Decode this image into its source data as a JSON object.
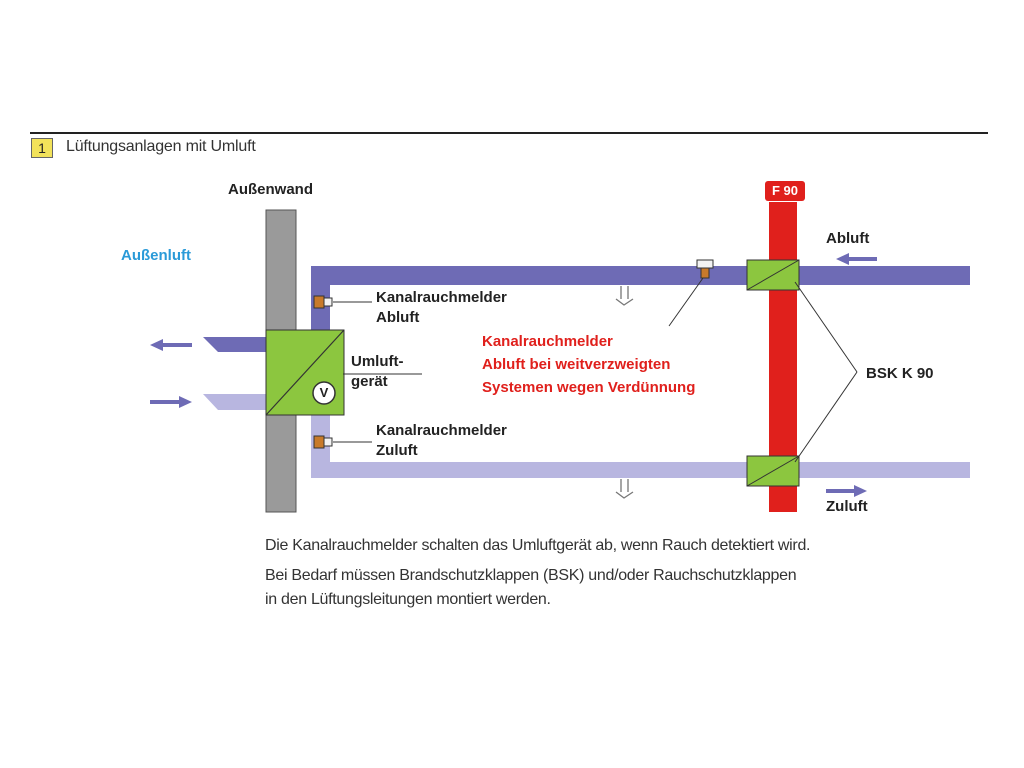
{
  "header": {
    "section_number": "1",
    "title": "Lüftungsanlagen mit Umluft"
  },
  "labels": {
    "aussenwand": "Außenwand",
    "aussenluft": "Außenluft",
    "fire_rating": "F 90",
    "abluft": "Abluft",
    "zuluft": "Zuluft",
    "detector_exhaust_line1": "Kanalrauchmelder",
    "detector_exhaust_line2": "Abluft",
    "unit_line1": "Umluft-",
    "unit_line2": "gerät",
    "fan_symbol": "V",
    "detector_supply_line1": "Kanalrauchmelder",
    "detector_supply_line2": "Zuluft",
    "note_line1": "Kanalrauchmelder",
    "note_line2": "Abluft bei weitverzweigten",
    "note_line3": "Systemen wegen Verdünnung",
    "damper": "BSK K 90"
  },
  "caption": {
    "line1": "Die Kanalrauchmelder schalten das Umluftgerät ab, wenn Rauch detektiert wird.",
    "line2": "Bei Bedarf müssen Brandschutzklappen (BSK) und/oder Rauchschutzklappen",
    "line3": "in den Lüftungsleitungen montiert werden."
  },
  "colors": {
    "exhaust_duct": "#6e6bb5",
    "supply_duct": "#b8b6e0",
    "fire_wall": "#e0201c",
    "device_green": "#8cc63f",
    "outer_wall": "#9a9a9a",
    "title_blue": "#2a9ad8",
    "badge_yellow": "#f2e25a"
  }
}
